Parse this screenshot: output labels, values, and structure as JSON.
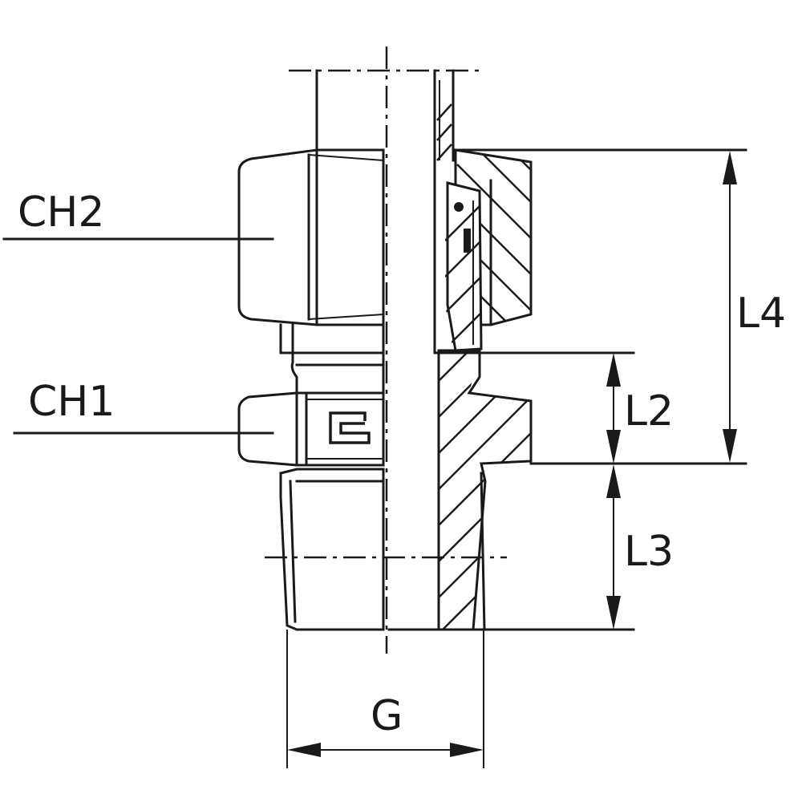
{
  "labels": {
    "ch2": "CH2",
    "ch1": "CH1",
    "l4": "L4",
    "l2": "L2",
    "l3": "L3",
    "g": "G"
  }
}
